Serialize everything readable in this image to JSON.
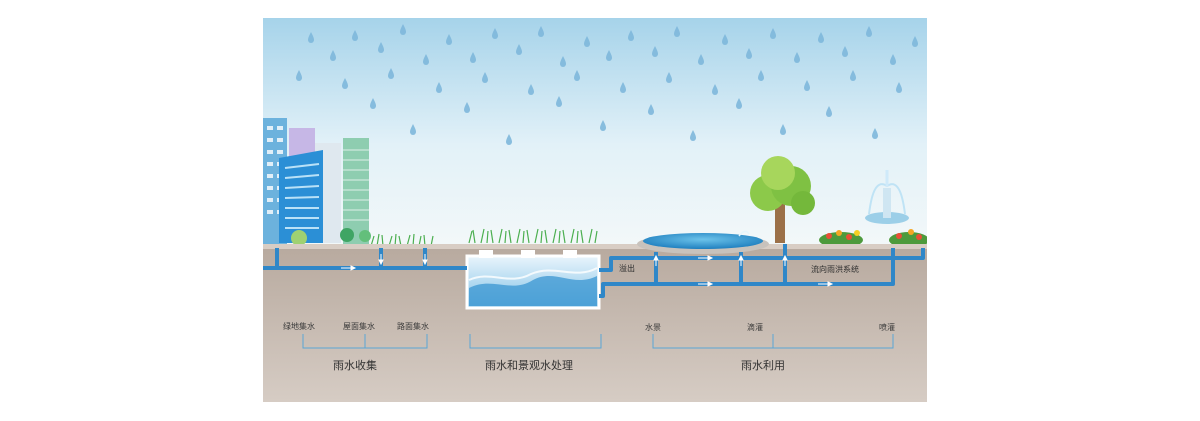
{
  "labels": {
    "green_collect": "绿地集水",
    "roof_collect": "屋面集水",
    "road_collect": "路面集水",
    "overflow": "溢出",
    "to_flood_system": "流向雨洪系统",
    "water_feature": "水景",
    "drip_irrigation": "滴灌",
    "spray_irrigation": "喷灌"
  },
  "sections": {
    "collection": "雨水收集",
    "treatment": "雨水和景观水处理",
    "utilization": "雨水利用"
  },
  "colors": {
    "pipe": "#2f87c8",
    "ground": "#bfb2a8",
    "sky_top": "#a6d3ea",
    "bracket": "#5aa6d6"
  }
}
